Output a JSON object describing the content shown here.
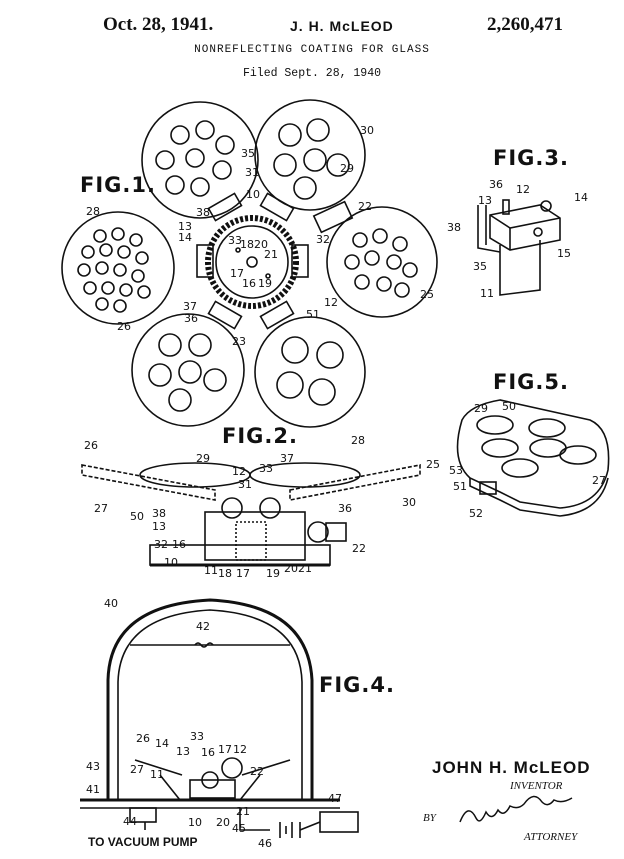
{
  "header": {
    "date": "Oct. 28, 1941.",
    "inventor": "J. H. McLEOD",
    "patent_number": "2,260,471",
    "title": "NONREFLECTING COATING FOR GLASS",
    "filed": "Filed Sept. 28, 1940"
  },
  "figures": {
    "fig1": "FIG.1.",
    "fig2": "FIG.2.",
    "fig3": "FIG.3.",
    "fig4": "FIG.4.",
    "fig5": "FIG.5."
  },
  "fig1_refs": [
    "35",
    "31",
    "38",
    "10",
    "22",
    "28",
    "13",
    "14",
    "33",
    "18",
    "20",
    "21",
    "32",
    "30",
    "29",
    "17",
    "16",
    "19",
    "26",
    "37",
    "36",
    "23",
    "51",
    "12",
    "25"
  ],
  "fig2_refs": [
    "26",
    "28",
    "29",
    "12",
    "33",
    "37",
    "31",
    "25",
    "27",
    "50",
    "38",
    "13",
    "32",
    "16",
    "10",
    "11",
    "18",
    "17",
    "19",
    "20",
    "21",
    "22",
    "36",
    "30"
  ],
  "fig3_refs": [
    "36",
    "12",
    "14",
    "13",
    "38",
    "15",
    "35",
    "11"
  ],
  "fig4_refs": [
    "40",
    "42",
    "26",
    "14",
    "33",
    "13",
    "16",
    "17",
    "12",
    "27",
    "11",
    "43",
    "41",
    "44",
    "10",
    "20",
    "21",
    "22",
    "45",
    "46",
    "47"
  ],
  "fig5_refs": [
    "29",
    "50",
    "53",
    "51",
    "52",
    "27"
  ],
  "labels": {
    "vacuum": "TO VACUUM PUMP",
    "inventor_name": "JOHN H. McLEOD",
    "inventor_role": "INVENTOR",
    "by": "BY",
    "attorney": "ATTORNEY"
  }
}
